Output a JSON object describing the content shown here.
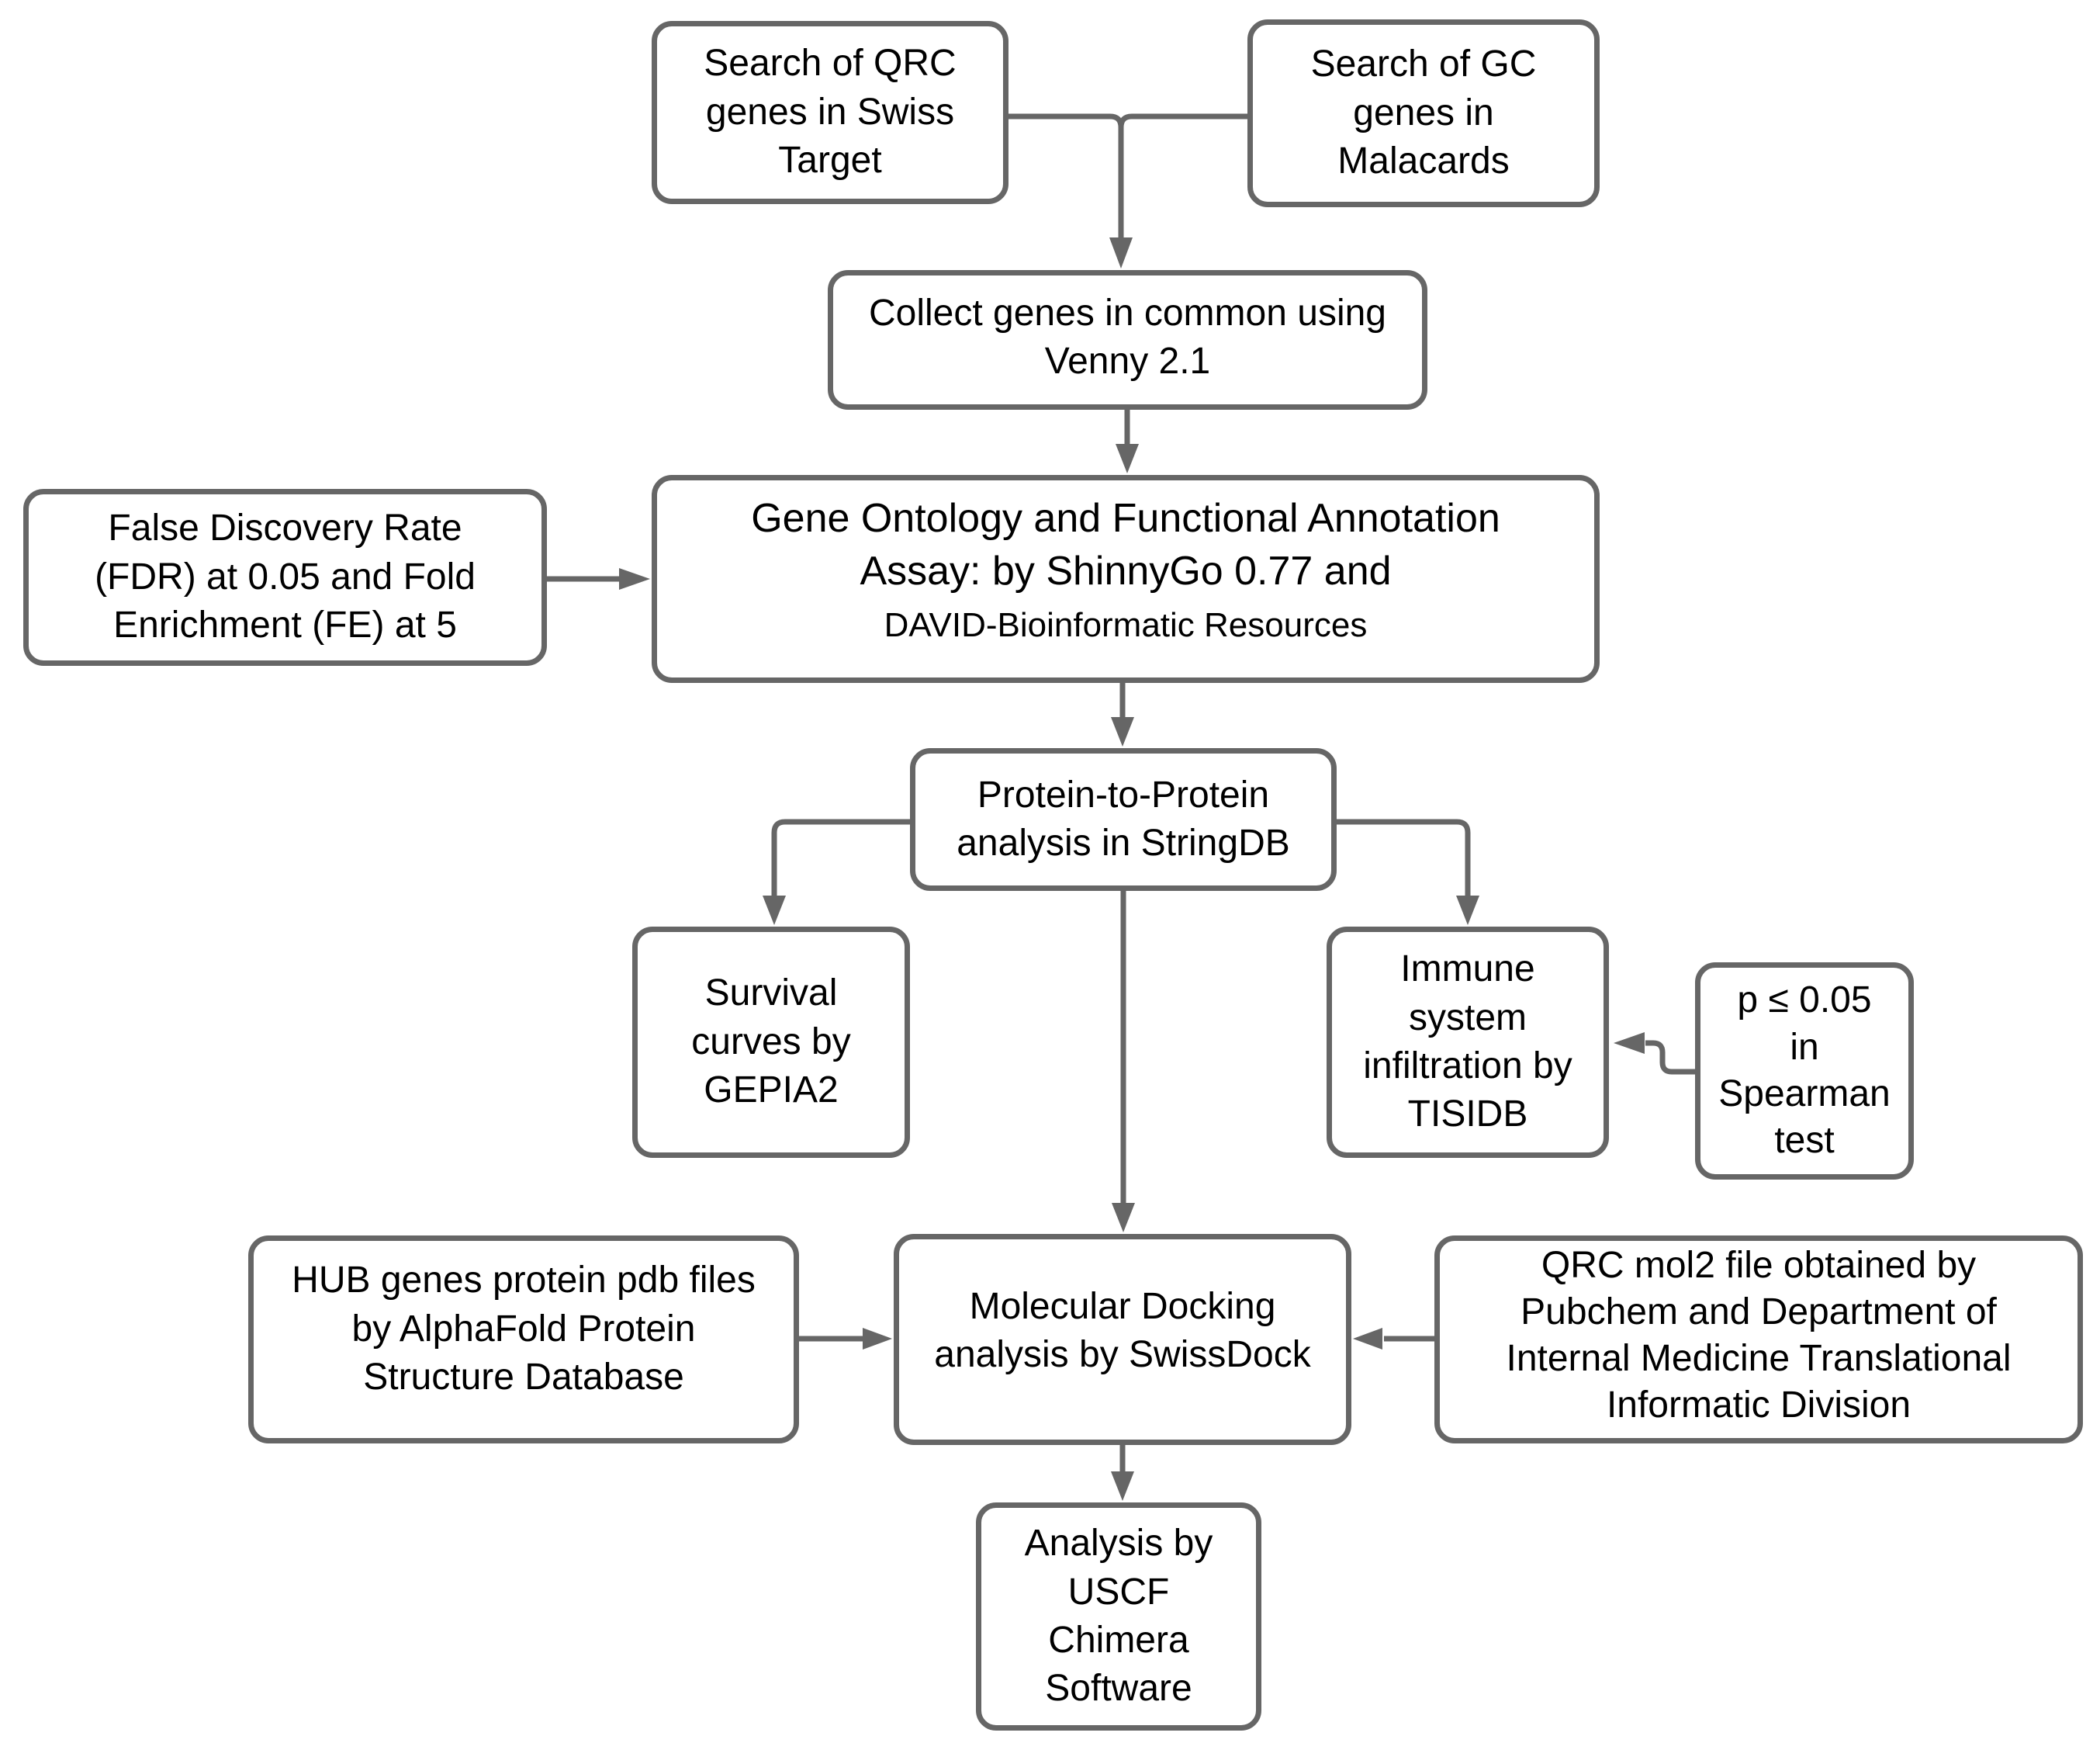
{
  "diagram": {
    "type": "flowchart",
    "colors": {
      "background": "#ffffff",
      "box_fill": "#ffffff",
      "box_border": "#666666",
      "connector": "#666666",
      "text": "#000000"
    },
    "nodes": [
      {
        "id": "search-qrc-swisstarget",
        "label": "Search of QRC\ngenes in Swiss\nTarget"
      },
      {
        "id": "search-gc-malacards",
        "label": "Search of GC\ngenes in\nMalacards"
      },
      {
        "id": "collect-venny",
        "label": "Collect genes in common using\nVenny 2.1"
      },
      {
        "id": "fdr-fe-thresholds",
        "label": "False Discovery Rate\n(FDR) at 0.05 and Fold\nEnrichment (FE) at 5"
      },
      {
        "id": "gene-ontology-annotation",
        "label_main": "Gene Ontology and Functional Annotation\nAssay: by ShinnyGo 0.77 and",
        "label_sub": "DAVID-Bioinformatic Resources"
      },
      {
        "id": "ppi-stringdb",
        "label": "Protein-to-Protein\nanalysis in StringDB"
      },
      {
        "id": "survival-gepia2",
        "label": "Survival\ncurves by\nGEPIA2"
      },
      {
        "id": "immune-tisidb",
        "label": "Immune\nsystem\ninfiltration by\nTISIDB"
      },
      {
        "id": "spearman-threshold",
        "label": "p ≤ 0.05\nin\nSpearman\ntest"
      },
      {
        "id": "hub-alphafold",
        "label": "HUB genes protein pdb files\nby AlphaFold Protein\nStructure Database"
      },
      {
        "id": "docking-swissdock",
        "label": "Molecular Docking\nanalysis by SwissDock"
      },
      {
        "id": "qrc-mol2-source",
        "label": "QRC mol2 file obtained by\nPubchem and Department of\nInternal Medicine Translational\nInformatic Division"
      },
      {
        "id": "chimera-analysis",
        "label": "Analysis by\nUSCF\nChimera\nSoftware"
      }
    ]
  }
}
